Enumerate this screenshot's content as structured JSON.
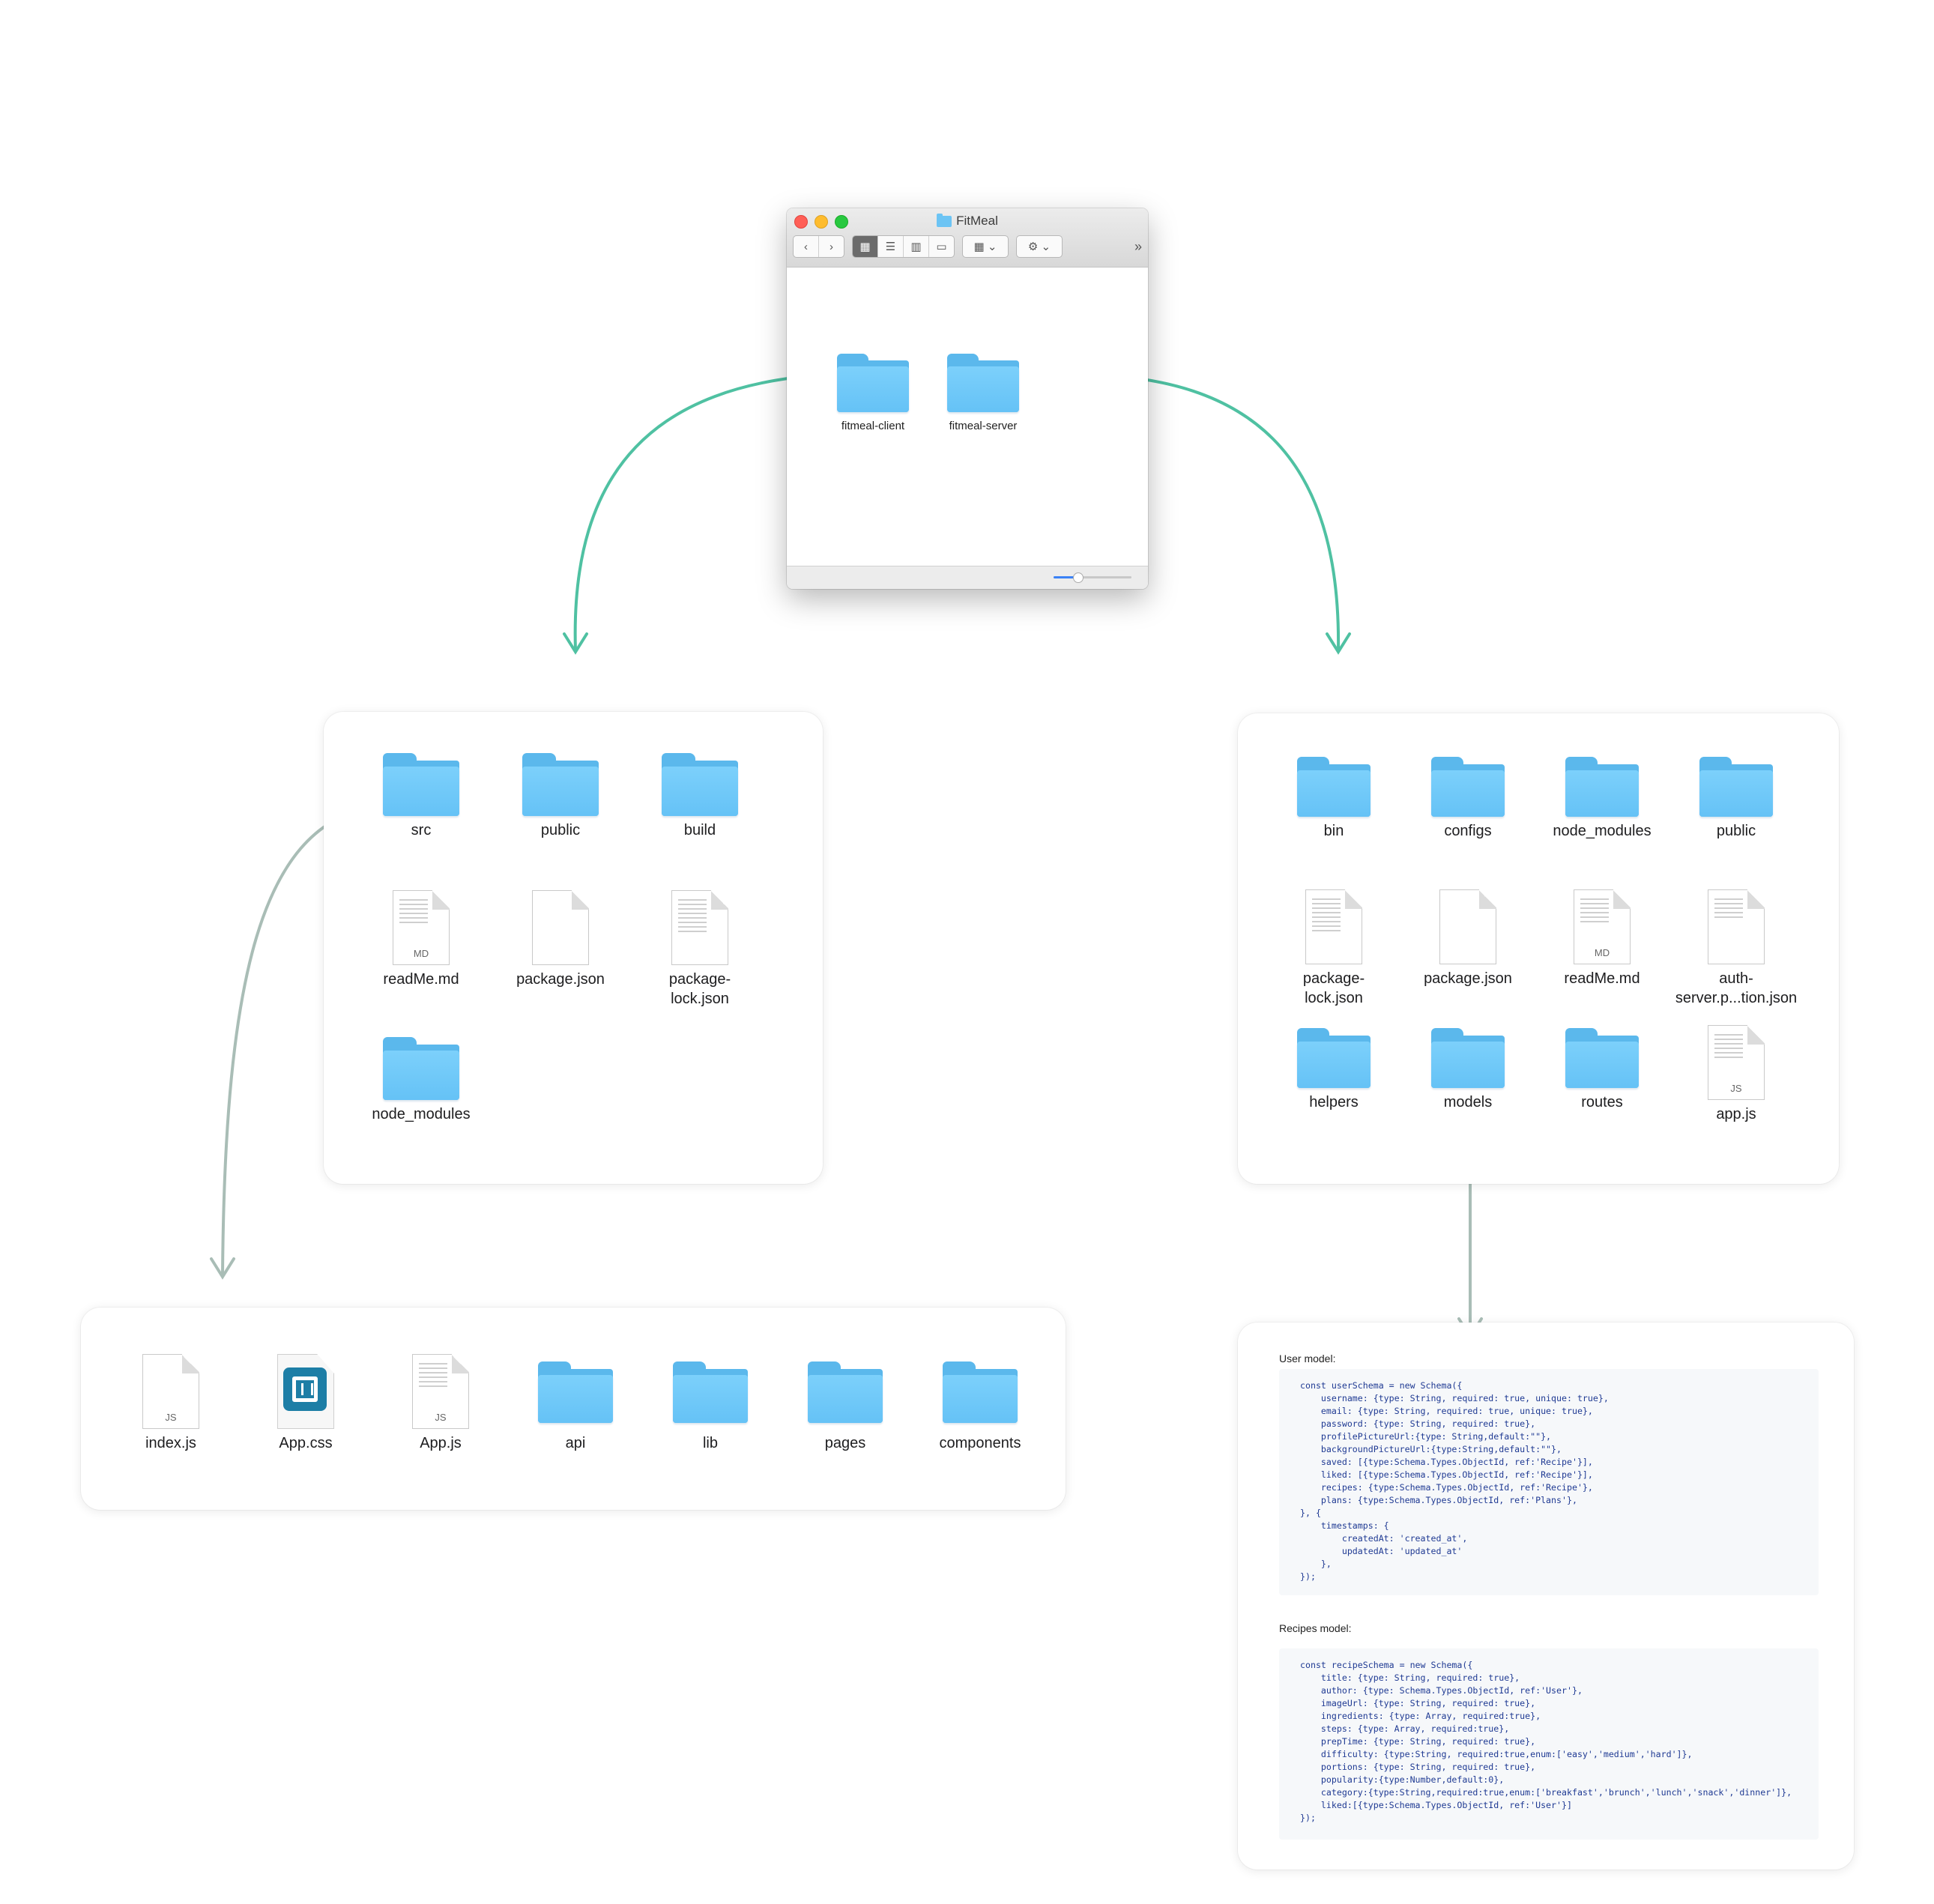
{
  "finder": {
    "title": "FitMeal",
    "items": [
      "fitmeal-client",
      "fitmeal-server"
    ]
  },
  "client_panel": {
    "items": [
      {
        "label": "src",
        "type": "folder"
      },
      {
        "label": "public",
        "type": "folder"
      },
      {
        "label": "build",
        "type": "folder"
      },
      {
        "label": "readMe.md",
        "type": "doc",
        "badge": "MD"
      },
      {
        "label": "package.json",
        "type": "doc",
        "badge": ""
      },
      {
        "label": "package-\nlock.json",
        "type": "doc",
        "badge": ""
      },
      {
        "label": "node_modules",
        "type": "folder"
      }
    ]
  },
  "src_panel": {
    "items": [
      {
        "label": "index.js",
        "type": "doc",
        "badge": "JS"
      },
      {
        "label": "App.css",
        "type": "app"
      },
      {
        "label": "App.js",
        "type": "doc",
        "badge": "JS"
      },
      {
        "label": "api",
        "type": "folder"
      },
      {
        "label": "lib",
        "type": "folder"
      },
      {
        "label": "pages",
        "type": "folder"
      },
      {
        "label": "components",
        "type": "folder"
      }
    ]
  },
  "server_panel": {
    "items": [
      {
        "label": "bin",
        "type": "folder"
      },
      {
        "label": "configs",
        "type": "folder"
      },
      {
        "label": "node_modules",
        "type": "folder"
      },
      {
        "label": "public",
        "type": "folder"
      },
      {
        "label": "package-\nlock.json",
        "type": "doc",
        "badge": ""
      },
      {
        "label": "package.json",
        "type": "doc",
        "badge": ""
      },
      {
        "label": "readMe.md",
        "type": "doc",
        "badge": "MD"
      },
      {
        "label": "auth-\nserver.p...tion.json",
        "type": "doc",
        "badge": ""
      },
      {
        "label": "helpers",
        "type": "folder"
      },
      {
        "label": "models",
        "type": "folder"
      },
      {
        "label": "routes",
        "type": "folder"
      },
      {
        "label": "app.js",
        "type": "doc",
        "badge": "JS"
      }
    ]
  },
  "models_panel": {
    "user_title": "User model:",
    "user_code": [
      "const userSchema = new Schema({",
      "    username: {type: String, required: true, unique: true},",
      "    email: {type: String, required: true, unique: true},",
      "    password: {type: String, required: true},",
      "    profilePictureUrl:{type: String,default:\"\"},",
      "    backgroundPictureUrl:{type:String,default:\"\"},",
      "    saved: [{type:Schema.Types.ObjectId, ref:'Recipe'}],",
      "    liked: [{type:Schema.Types.ObjectId, ref:'Recipe'}],",
      "    recipes: {type:Schema.Types.ObjectId, ref:'Recipe'},",
      "    plans: {type:Schema.Types.ObjectId, ref:'Plans'},",
      "}, {",
      "    timestamps: {",
      "        createdAt: 'created_at',",
      "        updatedAt: 'updated_at'",
      "    },",
      "});"
    ],
    "recipes_title": "Recipes model:",
    "recipes_code": [
      "const recipeSchema = new Schema({",
      "    title: {type: String, required: true},",
      "    author: {type: Schema.Types.ObjectId, ref:'User'},",
      "    imageUrl: {type: String, required: true},",
      "    ingredients: {type: Array, required:true},",
      "    steps: {type: Array, required:true},",
      "    prepTime: {type: String, required: true},",
      "    difficulty: {type:String, required:true,enum:['easy','medium','hard']},",
      "    portions: {type: String, required: true},",
      "    popularity:{type:Number,default:0},",
      "    category:{type:String,required:true,enum:['breakfast','brunch','lunch','snack','dinner']},",
      "    liked:[{type:Schema.Types.ObjectId, ref:'User'}]",
      "});"
    ]
  },
  "colors": {
    "arrow_primary": "#4fc1a2",
    "arrow_secondary": "#a9bdb6",
    "folder": "#6cc4f4"
  }
}
